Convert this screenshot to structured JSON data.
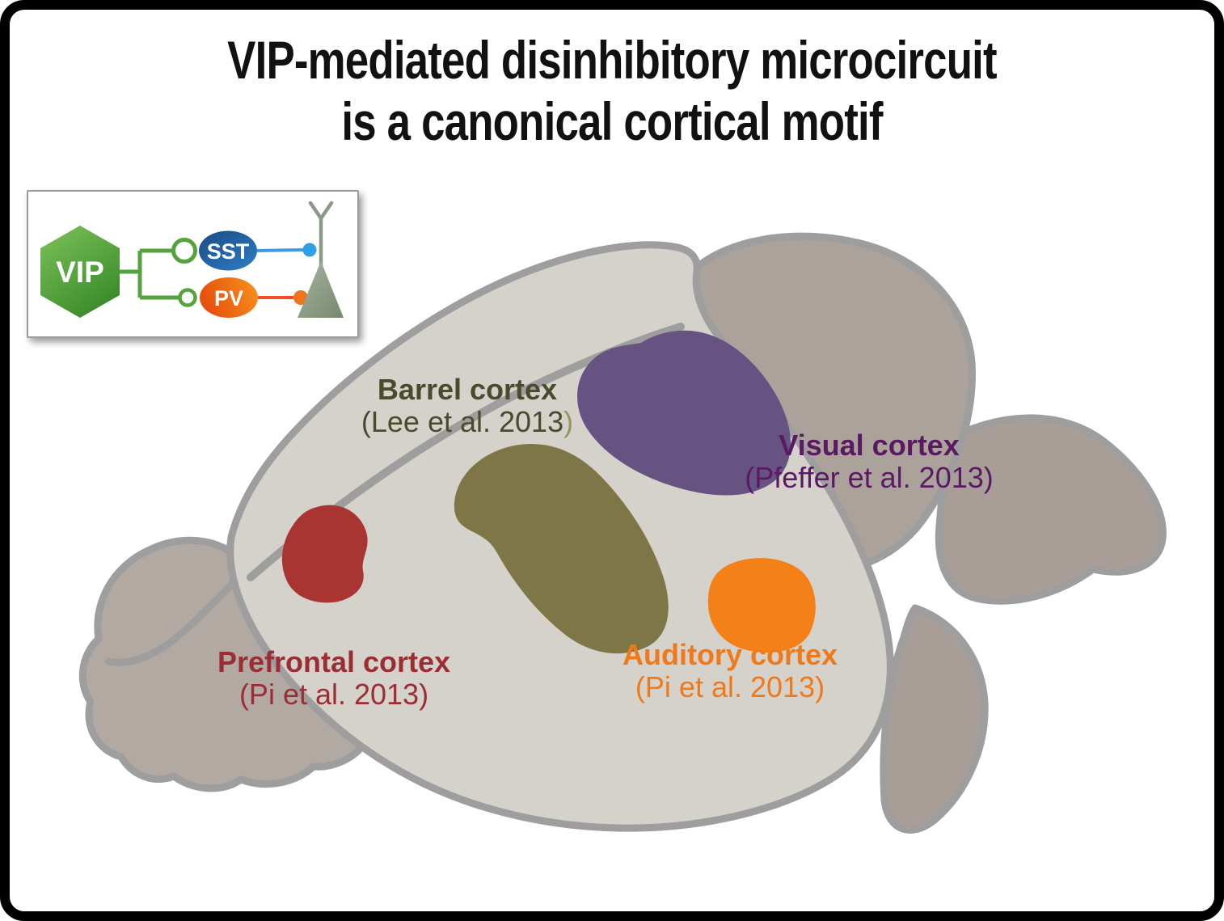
{
  "title": {
    "line1": "VIP-mediated disinhibitory microcircuit",
    "line2": "is a canonical cortical motif"
  },
  "inset": {
    "vip": "VIP",
    "sst": "SST",
    "pv": "PV",
    "colors": {
      "vip_light": "#7cc35a",
      "vip_dark": "#3c8c2c",
      "wire": "#55a33d",
      "sst_dark": "#1a4a84",
      "sst_light": "#2f7ec4",
      "sst_line": "#3e9be0",
      "sst_dot": "#2da0e8",
      "pv_dark": "#e8500d",
      "pv_light": "#f7941d",
      "pv_line": "#f04f21",
      "pv_dot": "#f0741c",
      "neuron_light": "#a9b3a0",
      "neuron_dark": "#76886f",
      "dendrite": "#8a9a86",
      "box_border": "#9b9b9b"
    }
  },
  "brain": {
    "colors": {
      "cortex": "#d5d1cb",
      "bulb": "#b2a9a2",
      "cerebellum": "#aba29b",
      "stem": "#a89e97",
      "outline": "#9e9e9e"
    },
    "regions": {
      "barrel": {
        "name": "Barrel cortex",
        "citation": "(Lee et al. 2013",
        "citation_close": ")",
        "fill": "#7e7647",
        "label_color": "#4a4a2c",
        "paren_color": "#9a9360"
      },
      "visual": {
        "name": "Visual cortex",
        "citation": "(Pfeffer et al. 2013)",
        "fill": "#665381",
        "label_color": "#5a1a63"
      },
      "prefrontal": {
        "name": "Prefrontal cortex",
        "citation": "(Pi et al. 2013)",
        "fill": "#a83532",
        "label_color": "#9c2e33"
      },
      "auditory": {
        "name": "Auditory cortex",
        "citation": "(Pi et al. 2013)",
        "fill": "#f38118",
        "label_color": "#f0791a"
      }
    }
  }
}
